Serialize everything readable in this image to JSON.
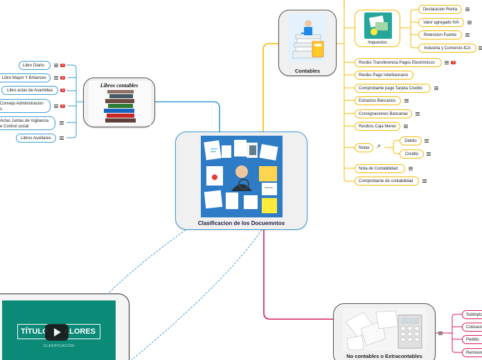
{
  "central": {
    "label": "Clasificacion de los Docuemntos",
    "image": "documents-collage"
  },
  "libros": {
    "image_title": "Libros contables",
    "image": "books-stack",
    "items": [
      {
        "label": "Libro Diario"
      },
      {
        "label": "Libro Mayor Y BAlances"
      },
      {
        "label": "Libro actas de Asamblea"
      },
      {
        "label": "Consejo Administracion s"
      },
      {
        "label": "Actas  Juntas de Vigilancia e Control social"
      },
      {
        "label": "Libros Auxiliares"
      }
    ]
  },
  "contables": {
    "label": "Contables",
    "image": "stacked-documents-calculator",
    "impuestos": {
      "label": "Impuestos",
      "image": "tax-papers",
      "items": [
        {
          "label": "Declaracion Renta"
        },
        {
          "label": "Valor agregado IVA"
        },
        {
          "label": "Retencion  Fuente"
        },
        {
          "label": "Industria y Comercio-ICA"
        }
      ]
    },
    "items": [
      {
        "label": "Recibo Transferencia Pagos Electrónicos"
      },
      {
        "label": "Recibo Pago Interbancario"
      },
      {
        "label": "Comprobante pago  Tarjeta Credito"
      },
      {
        "label": "Extractos Bancarios"
      },
      {
        "label": "Consignaciones Bancarias"
      },
      {
        "label": "Recibos Caja Menor"
      },
      {
        "label": "Notas"
      },
      {
        "label": "Nota de Contabilidad"
      },
      {
        "label": "Comprobante de contabilidad"
      }
    ],
    "notas_items": [
      {
        "label": "Debito"
      },
      {
        "label": "Credito"
      }
    ]
  },
  "no_contables": {
    "label": "No contables o Extracontables",
    "image": "crumpled-papers-calculator",
    "items": [
      {
        "label": "Subtopic"
      },
      {
        "label": "Cotizacion"
      },
      {
        "label": "Pedido"
      },
      {
        "label": "Remision"
      }
    ]
  },
  "video": {
    "title_left": "TÍTULO",
    "title_right": "ALORES",
    "subtitle": "CLASIFICACION",
    "play_icon": "play-icon"
  },
  "colors": {
    "blue": "#3a9bd5",
    "yellow": "#f5b800",
    "red": "#d6195f",
    "video_bg": "#0b8a78"
  }
}
